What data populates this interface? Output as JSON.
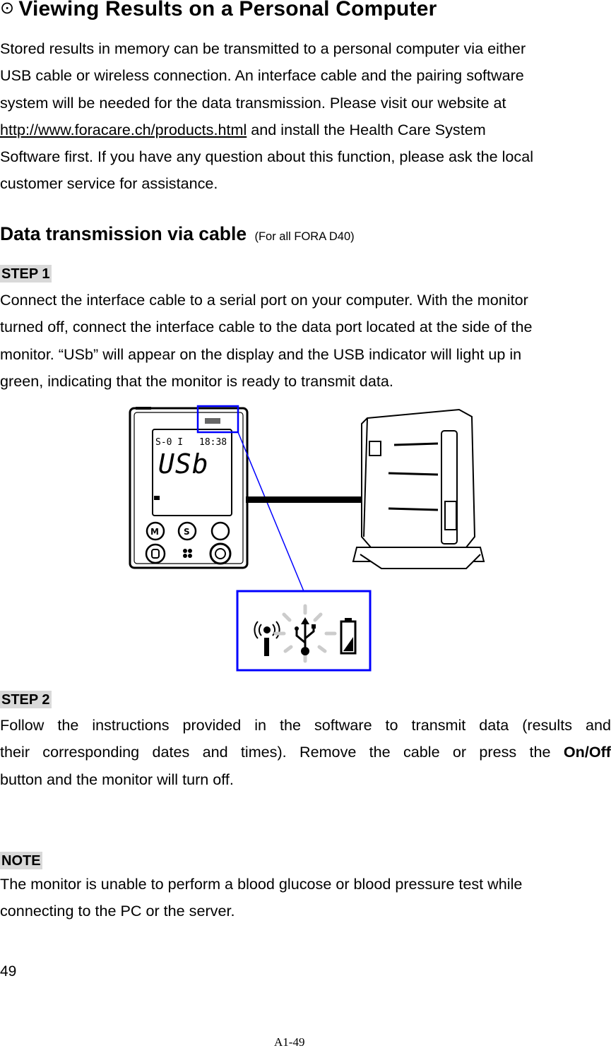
{
  "title": {
    "bullet": "⊙",
    "text": "Viewing Results on a Personal Computer"
  },
  "intro": {
    "lines": [
      "Stored results in memory can be transmitted to a personal computer via either",
      "USB cable or wireless connection. An interface cable and the pairing software",
      "system will be needed for the data transmission. Please visit our website at"
    ],
    "link": "http://www.foracare.ch/products.html",
    "link_rest": " and install the Health Care System",
    "lines_after": [
      "Software first. If you have any question about this function, please ask the local",
      "customer service for assistance."
    ]
  },
  "section": {
    "heading": "Data transmission via cable",
    "note": "(For all FORA D40)"
  },
  "step1": {
    "label": "STEP 1",
    "lines": [
      "Connect the interface cable to a serial port on your computer. With the monitor",
      "turned off, connect the interface cable to the data port located at the side of the",
      "monitor. “USb” will appear on the display and the USB indicator will light up in",
      "green, indicating that the monitor is ready to transmit data."
    ]
  },
  "figure": {
    "display_date": "S-0 I",
    "display_time": "18:38",
    "display_text": "USb",
    "icons": [
      "wireless-icon",
      "usb-icon",
      "battery-icon"
    ],
    "highlight_color": "#0000ff"
  },
  "step2": {
    "label": "STEP 2",
    "line1": "Follow the instructions provided in the software to transmit data (results and",
    "line2_pre": "their corresponding dates and times). Remove the cable or press the ",
    "line2_bold": "On/Off",
    "line3": "button and the monitor will turn off."
  },
  "note": {
    "label": "NOTE",
    "lines": [
      "The monitor is unable to perform a blood glucose or blood pressure test while",
      "connecting to the PC or the server."
    ]
  },
  "page_number": "49",
  "footer": "A1-49"
}
